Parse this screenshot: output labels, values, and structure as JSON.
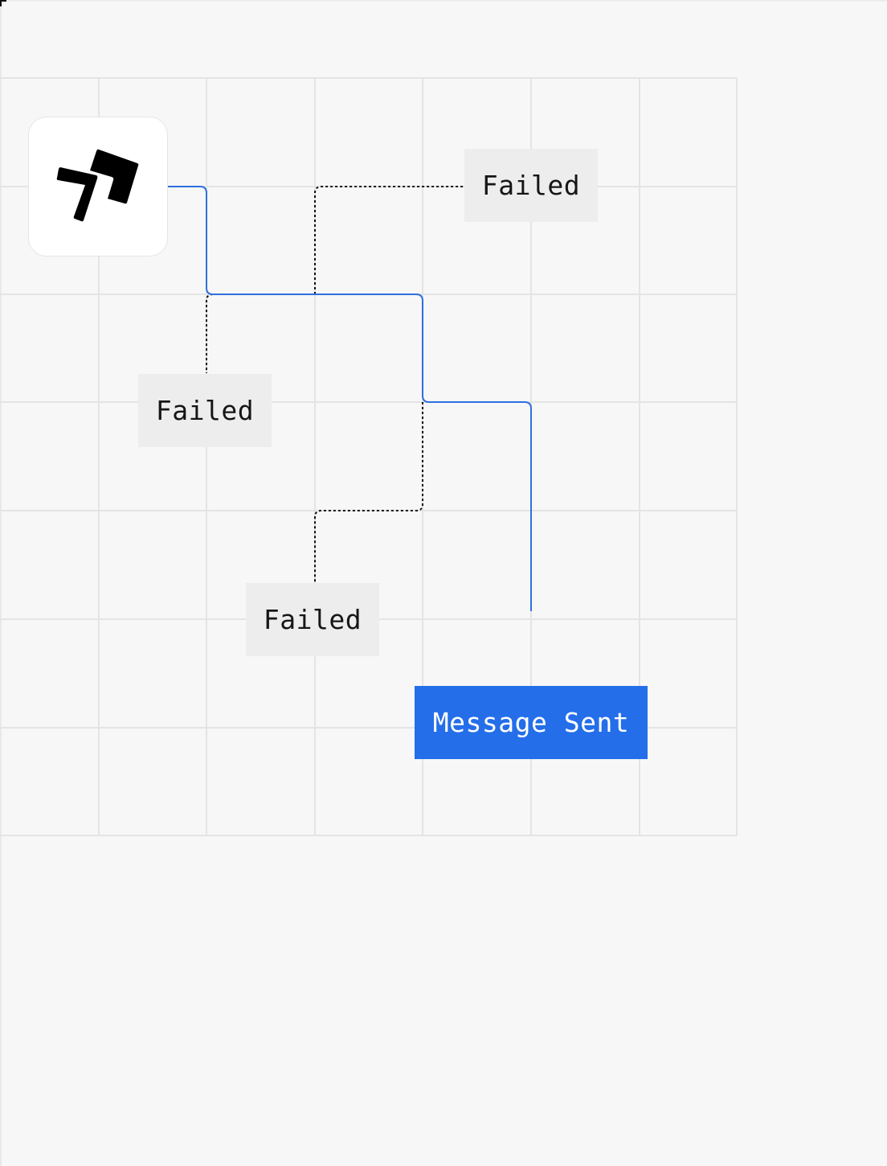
{
  "logo": {
    "icon": "brand-logo-icon"
  },
  "nodes": {
    "failed_top": {
      "label": "Failed"
    },
    "failed_left": {
      "label": "Failed"
    },
    "failed_bottom": {
      "label": "Failed"
    },
    "message_sent": {
      "label": "Message Sent"
    }
  },
  "colors": {
    "background": "#f7f7f7",
    "grid_line": "#e4e4e4",
    "success_path": "#2f6fe0",
    "failure_path": "#111111",
    "failed_fill": "#ededed",
    "success_fill": "#246ee9"
  }
}
